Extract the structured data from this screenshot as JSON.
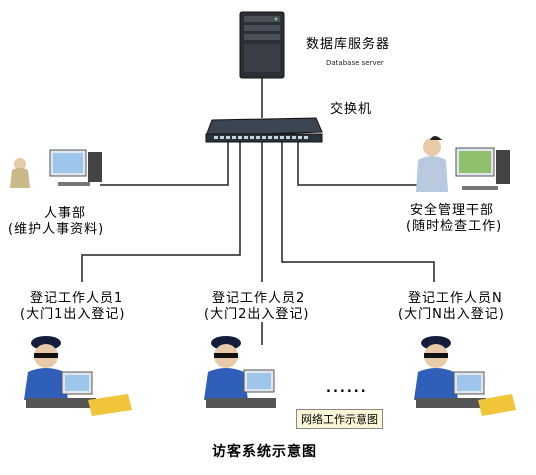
{
  "server": {
    "label": "数据库服务器",
    "sublabel": "Database server"
  },
  "switch": {
    "label": "交换机"
  },
  "hr": {
    "name": "人事部",
    "duty": "(维护人事资料)"
  },
  "security": {
    "name": "安全管理干部",
    "duty": "(随时检查工作)"
  },
  "registrars": [
    {
      "name": "登记工作人员1",
      "duty": "(大门1出入登记)"
    },
    {
      "name": "登记工作人员2",
      "duty": "(大门2出入登记)"
    },
    {
      "name": "登记工作人员N",
      "duty": "(大门N出入登记)"
    }
  ],
  "ellipsis": "......",
  "network_note": "网络工作示意图",
  "caption": "访客系统示意图"
}
